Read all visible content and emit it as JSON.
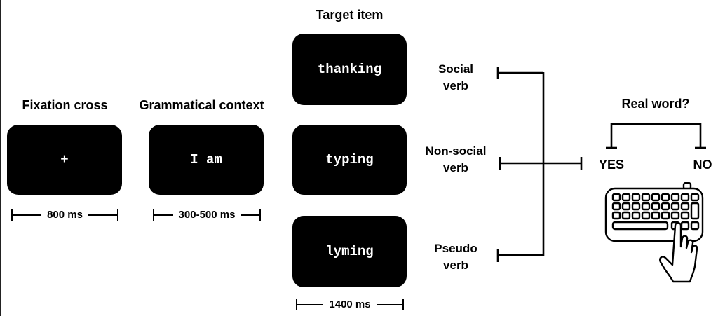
{
  "stages": {
    "fixation": {
      "title": "Fixation cross",
      "content": "+",
      "duration": "800 ms"
    },
    "context": {
      "title": "Grammatical context",
      "content": "I am",
      "duration": "300-500 ms"
    },
    "target": {
      "title": "Target item",
      "items": [
        "thanking",
        "typing",
        "lyming"
      ],
      "duration": "1400 ms"
    }
  },
  "categories": {
    "social": [
      "Social",
      "verb"
    ],
    "nonsocial": [
      "Non-social",
      "verb"
    ],
    "pseudo": [
      "Pseudo",
      "verb"
    ]
  },
  "response": {
    "title": "Real word?",
    "yes": "YES",
    "no": "NO"
  },
  "icons": {
    "response_device": "keyboard-hand-icon"
  }
}
